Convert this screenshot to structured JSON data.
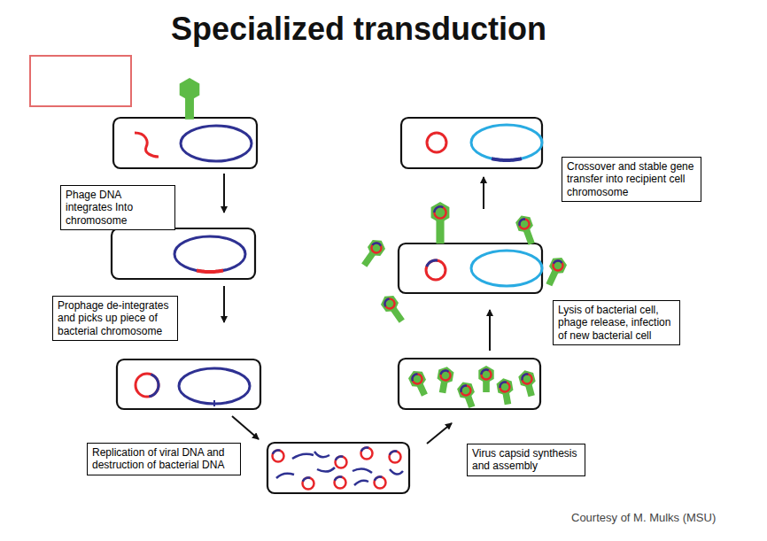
{
  "diagram": {
    "title": "Specialized transduction",
    "nodes": [
      {
        "text": [
          "Phage DNA integrates Into chromosome"
        ]
      },
      {
        "text": [
          "Prophage de-integrates and picks up piece of bacterial chromosome"
        ]
      },
      {
        "text": [
          "Replication of viral DNA and destruction of bacterial DNA"
        ]
      },
      {
        "text": [
          "Crossover and stable gene transfer into recipient cell chromosome"
        ]
      },
      {
        "text": [
          "Lysis of bacterial cell, phage release, infection of new bacterial cell"
        ]
      },
      {
        "text": [
          "Virus capsid synthesis and assembly"
        ]
      }
    ],
    "labels": [
      "Courtesy of M. Mulks (MSU)"
    ]
  }
}
